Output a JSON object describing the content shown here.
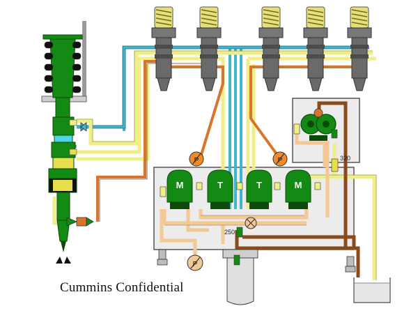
{
  "footer": {
    "confidential": "Cummins Confidential"
  },
  "labels": {
    "pressure_a": "320",
    "pressure_b": "250",
    "pump_letter": "P",
    "metering_letter": "M",
    "timing_letter": "T"
  },
  "colors": {
    "injector_body": "#138a13",
    "injector_dark": "#0b4a0b",
    "pipe_blue": "#3fb6c9",
    "pipe_yellow": "#f0ee86",
    "pipe_orange": "#d9752a",
    "pipe_brown": "#8a4a1c",
    "pipe_tan": "#f2c895",
    "pump_orange": "#f28a2a",
    "housing": "#ececec"
  }
}
